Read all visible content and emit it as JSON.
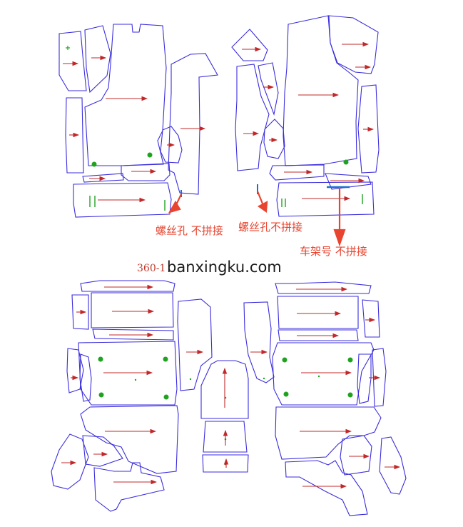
{
  "colors": {
    "outline": "#3a2ddc",
    "arrow": "#c0282a",
    "dot": "#1fa31f",
    "callout": "#e8442f",
    "blue_mark": "#1a6fcf"
  },
  "annotations": {
    "screw_hole_left": "螺丝孔  不拼接",
    "screw_hole_right": "螺丝孔不拼接",
    "frame_number": "车架号    不拼接",
    "model_code": "360-1"
  },
  "watermark": "banxingku.com"
}
